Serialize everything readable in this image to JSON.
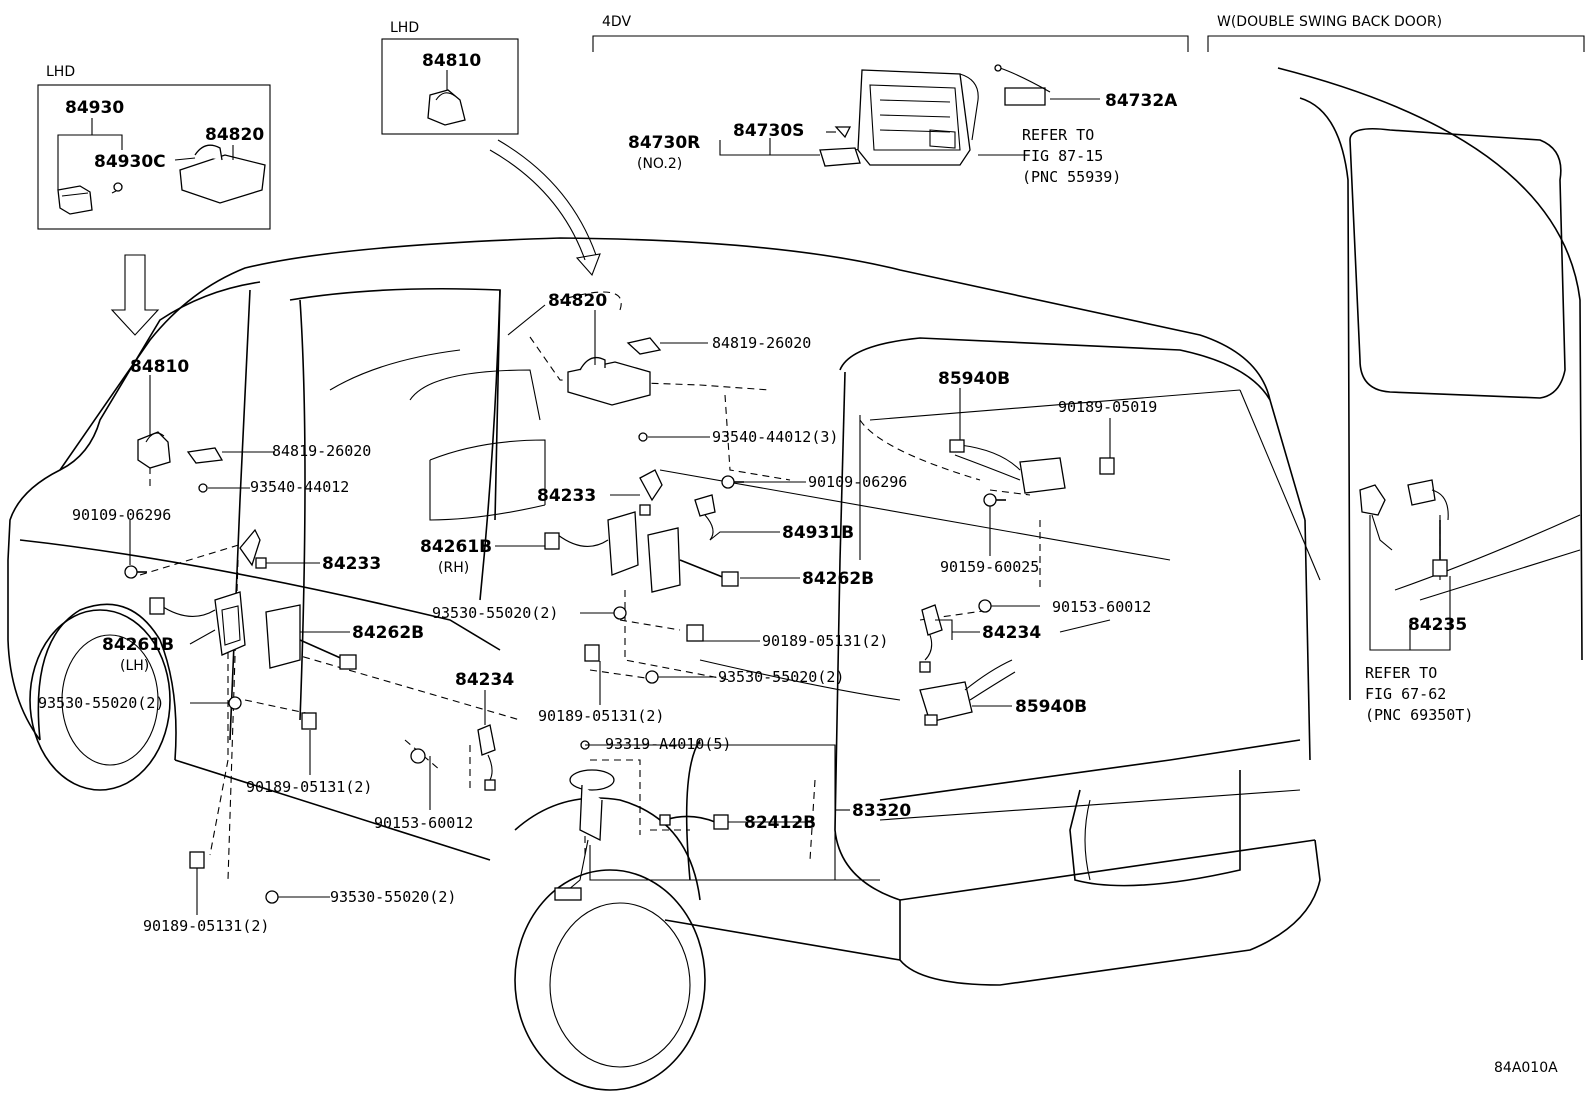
{
  "headers": {
    "lhd_left": "LHD",
    "lhd_center": "LHD",
    "four_dv": "4DV",
    "double_swing": "W(DOUBLE SWING BACK DOOR)"
  },
  "parts": {
    "p84930": "84930",
    "p84930C": "84930C",
    "p84820_inset": "84820",
    "p84810_inset": "84810",
    "p84732A": "84732A",
    "p84730R": "84730R",
    "no2": "(NO.2)",
    "p84730S": "84730S",
    "refer1_a": "REFER TO",
    "refer1_b": "FIG 87-15",
    "refer1_c": "(PNC 55939)",
    "p84820": "84820",
    "p84819_a": "84819-26020",
    "p93540_a": "93540-44012(3)",
    "p84810": "84810",
    "p84819_b": "84819-26020",
    "p93540_b": "93540-44012",
    "p90109_a": "90109-06296",
    "p84233_a": "84233",
    "p84261B_lh": "84261B",
    "lh": "(LH)",
    "p84262B_a": "84262B",
    "p93530_a": "93530-55020(2)",
    "p90189_a": "90189-05131(2)",
    "p90189_b": "90189-05131(2)",
    "p93530_b": "93530-55020(2)",
    "p84233_b": "84233",
    "p90109_b": "90109-06296",
    "p84261B_rh": "84261B",
    "rh": "(RH)",
    "p84931B": "84931B",
    "p84262B_b": "84262B",
    "p93530_c": "93530-55020(2)",
    "p90189_c": "90189-05131(2)",
    "p93530_d": "93530-55020(2)",
    "p84234_a": "84234",
    "p90189_d": "90189-05131(2)",
    "p93319": "93319-A4010(5)",
    "p90153_a": "90153-60012",
    "p82412B": "82412B",
    "p83320": "83320",
    "p85940B_a": "85940B",
    "p90189_e": "90189-05019",
    "p90159": "90159-60025",
    "p90153_b": "90153-60012",
    "p84234_b": "84234",
    "p85940B_b": "85940B",
    "p84235": "84235",
    "refer2_a": "REFER TO",
    "refer2_b": "FIG 67-62",
    "refer2_c": "(PNC 69350T)",
    "fig_code": "84A010A"
  }
}
